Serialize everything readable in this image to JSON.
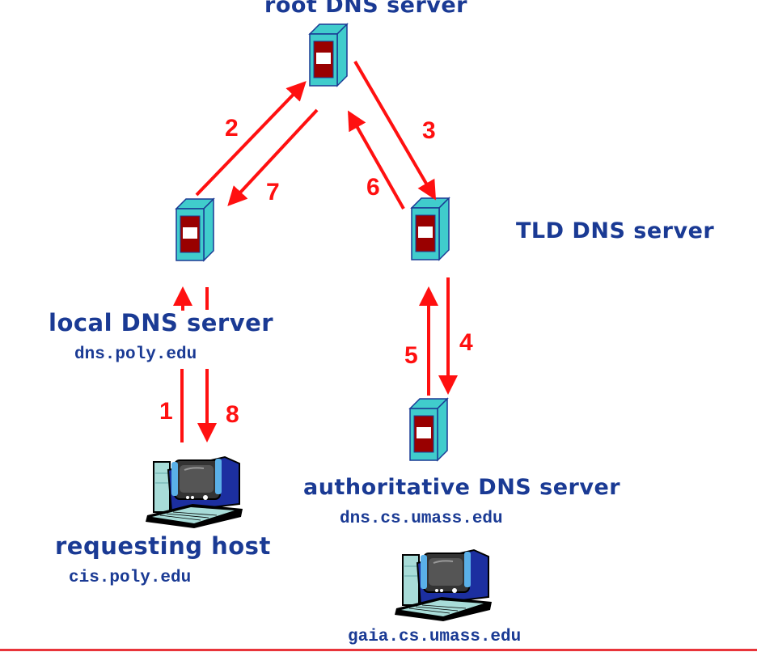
{
  "diagram": {
    "nodes": {
      "root": {
        "label": "root DNS server"
      },
      "tld": {
        "label": "TLD DNS server"
      },
      "local": {
        "label": "local DNS server",
        "hostname": "dns.poly.edu"
      },
      "authoritative": {
        "label": "authoritative DNS server",
        "hostname": "dns.cs.umass.edu"
      },
      "requesting_host": {
        "label": "requesting host",
        "hostname": "cis.poly.edu"
      },
      "target_host": {
        "hostname": "gaia.cs.umass.edu"
      }
    },
    "steps": [
      {
        "n": "1",
        "from": "requesting host",
        "to": "local DNS server"
      },
      {
        "n": "2",
        "from": "local DNS server",
        "to": "root DNS server"
      },
      {
        "n": "3",
        "from": "root DNS server",
        "to": "TLD DNS server"
      },
      {
        "n": "4",
        "from": "TLD DNS server",
        "to": "authoritative DNS server"
      },
      {
        "n": "5",
        "from": "authoritative DNS server",
        "to": "TLD DNS server"
      },
      {
        "n": "6",
        "from": "TLD DNS server",
        "to": "root DNS server"
      },
      {
        "n": "7",
        "from": "root DNS server",
        "to": "local DNS server"
      },
      {
        "n": "8",
        "from": "local DNS server",
        "to": "requesting host"
      }
    ],
    "colors": {
      "label": "#1a3a94",
      "arrow": "#ff1010",
      "server_face": "#40cccc",
      "server_panel": "#990000",
      "server_outline": "#1a3a94"
    }
  }
}
